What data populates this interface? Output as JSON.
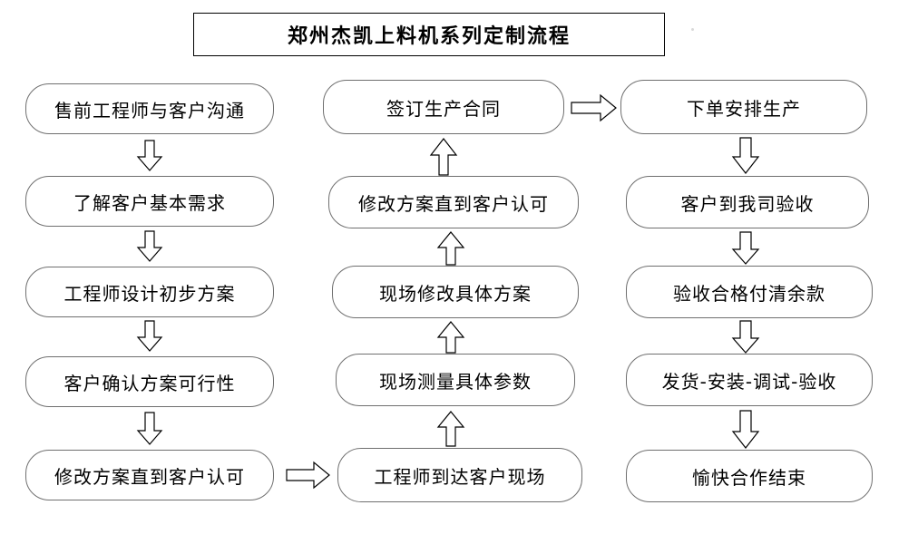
{
  "title": {
    "text": "郑州杰凯上料机系列定制流程"
  },
  "columns": [
    {
      "name": "left-column",
      "nodes": [
        {
          "id": "l1",
          "label": "售前工程师与客户沟通"
        },
        {
          "id": "l2",
          "label": "了解客户基本需求"
        },
        {
          "id": "l3",
          "label": "工程师设计初步方案"
        },
        {
          "id": "l4",
          "label": "客户确认方案可行性"
        },
        {
          "id": "l5",
          "label": "修改方案直到客户认可"
        }
      ]
    },
    {
      "name": "middle-column",
      "nodes": [
        {
          "id": "m1",
          "label": "签订生产合同"
        },
        {
          "id": "m2",
          "label": "修改方案直到客户认可"
        },
        {
          "id": "m3",
          "label": "现场修改具体方案"
        },
        {
          "id": "m4",
          "label": "现场测量具体参数"
        },
        {
          "id": "m5",
          "label": "工程师到达客户现场"
        }
      ]
    },
    {
      "name": "right-column",
      "nodes": [
        {
          "id": "r1",
          "label": "下单安排生产"
        },
        {
          "id": "r2",
          "label": "客户到我司验收"
        },
        {
          "id": "r3",
          "label": "验收合格付清余款"
        },
        {
          "id": "r4",
          "label": "发货-安装-调试-验收"
        },
        {
          "id": "r5",
          "label": "愉快合作结束"
        }
      ]
    }
  ],
  "arrows": [
    {
      "id": "a-l1-l2",
      "direction": "down",
      "from": "l1",
      "to": "l2"
    },
    {
      "id": "a-l2-l3",
      "direction": "down",
      "from": "l2",
      "to": "l3"
    },
    {
      "id": "a-l3-l4",
      "direction": "down",
      "from": "l3",
      "to": "l4"
    },
    {
      "id": "a-l4-l5",
      "direction": "down",
      "from": "l4",
      "to": "l5"
    },
    {
      "id": "a-l5-m5",
      "direction": "right",
      "from": "l5",
      "to": "m5"
    },
    {
      "id": "a-m5-m4",
      "direction": "up",
      "from": "m5",
      "to": "m4"
    },
    {
      "id": "a-m4-m3",
      "direction": "up",
      "from": "m4",
      "to": "m3"
    },
    {
      "id": "a-m3-m2",
      "direction": "up",
      "from": "m3",
      "to": "m2"
    },
    {
      "id": "a-m2-m1",
      "direction": "up",
      "from": "m2",
      "to": "m1"
    },
    {
      "id": "a-m1-r1",
      "direction": "right",
      "from": "m1",
      "to": "r1"
    },
    {
      "id": "a-r1-r2",
      "direction": "down",
      "from": "r1",
      "to": "r2"
    },
    {
      "id": "a-r2-r3",
      "direction": "down",
      "from": "r2",
      "to": "r3"
    },
    {
      "id": "a-r3-r4",
      "direction": "down",
      "from": "r3",
      "to": "r4"
    },
    {
      "id": "a-r4-r5",
      "direction": "down",
      "from": "r4",
      "to": "r5"
    }
  ],
  "colors": {
    "node_border": "#6f6f6f",
    "title_border": "#000000",
    "arrow_stroke": "#000000",
    "background": "#ffffff",
    "text": "#000000"
  }
}
